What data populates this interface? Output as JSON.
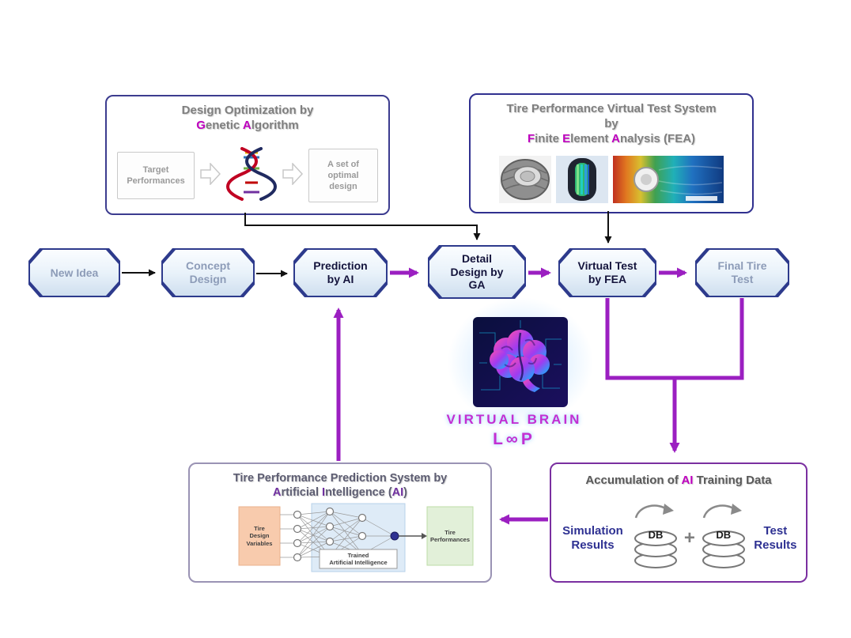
{
  "colors": {
    "navy_border": "#2E3192",
    "magenta_accent": "#BF00BF",
    "purple_accent": "#7030A0",
    "purple_arrow": "#9B1FC1",
    "blue_text": "#2E3192",
    "gray_text": "#7F7F7F"
  },
  "ga_box": {
    "title_line1": "Design Optimization by",
    "g": "G",
    "genetic_rest": "enetic ",
    "a": "A",
    "algorithm_rest": "lgorithm",
    "target_label": "Target\nPerformances",
    "optimal_label": "A set of\noptimal\ndesign"
  },
  "fea_box": {
    "title_line1": "Tire Performance Virtual Test System",
    "title_line2": "by",
    "f": "F",
    "finite_rest": "inite ",
    "e": "E",
    "element_rest": "lement ",
    "a": "A",
    "analysis_rest": "nalysis ",
    "paren": "(FEA)"
  },
  "flow": {
    "steps": [
      {
        "label": "New Idea"
      },
      {
        "label": "Concept\nDesign"
      },
      {
        "label": "Prediction\nby AI"
      },
      {
        "label": "Detail\nDesign by\nGA"
      },
      {
        "label": "Virtual Test\nby FEA"
      },
      {
        "label": "Final Tire\nTest"
      }
    ]
  },
  "brain": {
    "line1": "VIRTUAL BRAIN",
    "line2": "L∞P"
  },
  "ai_box": {
    "title_line1": "Tire Performance Prediction System by",
    "a": "A",
    "artificial_rest": "rtificial ",
    "i": "I",
    "intelligence_rest": "ntelligence (",
    "ai": "AI",
    "close": ")",
    "nn_input_label": "Tire\nDesign\nVariables",
    "nn_trained_label": "Trained\nArtificial Intelligence",
    "nn_output_label": "Tire\nPerformances"
  },
  "data_box": {
    "title_prefix": "Accumulation of ",
    "title_ai": "AI",
    "title_suffix": " Training Data",
    "simulation_label": "Simulation\nResults",
    "plus": "+",
    "test_label": "Test\nResults",
    "db_left": "DB",
    "db_right": "DB"
  }
}
